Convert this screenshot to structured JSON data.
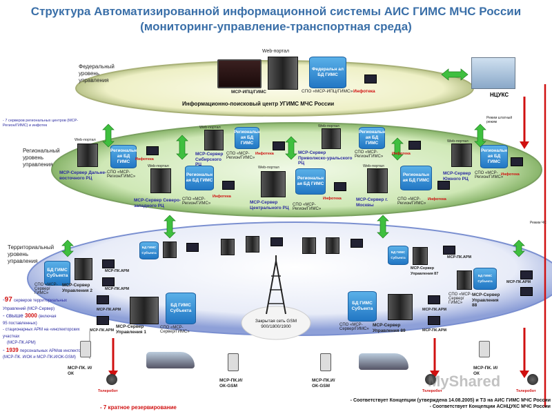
{
  "title_line1": "Структура Автоматизированной информационной системы АИС ГИМС МЧС России",
  "title_line2": "(мониторинг-управление-транспортная среда)",
  "levels": {
    "federal": "Федеральный уровень управления",
    "regional": "Региональный уровень управления",
    "territorial": "Территориальный уровень управления"
  },
  "federal": {
    "web_portal": "Web-портал",
    "mcp_ipc": "МСР-ИПЦ/ГИМС",
    "db": "Федеральн ал БД ГИМС",
    "spo": "СПО «МСР-ИПЦ/ГИМС»",
    "infoteka": "Инфотека",
    "center": "Информационно-поисковый центр УГИМС МЧС России",
    "ncuks": "НЦУКС"
  },
  "left_notes": {
    "regional_servers": "- 7 серверов региональных центров (МСР-Регион/ГИМС) и инфотек",
    "n97": "97",
    "n97_rest": "серверов территориальных Управлений (МСР-Сервер)",
    "n3000_pre": "- свыше",
    "n3000": "3000",
    "n3000_rest": "(включая",
    "n95": "95 поставленных)",
    "stations": "- стационарных АРМ на «инспекторских участках",
    "mcp_pk": "(МСР-ПК.АРМ)",
    "n1939": "1939",
    "n1939_rest": "персональных АРМов инспектора",
    "n1939_detail": "(МСР-ПК. И/ОК и МСР-ПК.И/ОК-GSM)"
  },
  "regional": {
    "web_portal": "Web-портал",
    "db": "Региональн ая БД ГИМС",
    "spo_region": "СПО «МСР-Регион/ГИМС»",
    "infoteka": "Инфотека",
    "far_east": "МСР-Сервер Дальне-восточного РЦ",
    "siberian": "МСР-Сервер Сибирского РЦ",
    "volga": "МСР-Сервер Приволжско-уральского РЦ",
    "north_west": "МСР-Сервер Северо-западного РЦ",
    "central": "МСР-Сервер Центрального РЦ",
    "moscow": "МСР-Сервер г. Москвы",
    "southern": "МСР-Сервер Южного РЦ",
    "regime_label1": "Режим штатный режим",
    "regime_label2": "Режим ЧС"
  },
  "territorial": {
    "db_subject": "БД ГИМС Субъекта",
    "spo_server": "СПО «МСР-Сервер/ГИМС»",
    "mgmt2": "МСР-Сервер Управления 2",
    "mgmt1": "МСР-Сервер Управления 1",
    "mgmt89": "МСР-Сервер Управления 89",
    "mgmt88": "МСР-Сервер Управления 88",
    "mgmt87": "МСР-Сервер Управления 87",
    "arm": "МСР-ПК.АРМ",
    "gsm": "Закрытая сеть GSM 900/1800/1900",
    "mpk_ok": "МСР-ПК. И/ОК",
    "mpk_gsm": "МСР-ПК.И/ ОК-GSM",
    "teleboat": "Телеробот"
  },
  "footer": {
    "redundancy": "- 7 кратное резервирование",
    "concept1": "- Соответствует Концепции (утверждена 14.08.2005) и ТЗ на АИС ГИМС МЧС России",
    "concept2": "- Соответствует Концепции АСНЦУКС МЧС России"
  },
  "watermark": "MyShared"
}
